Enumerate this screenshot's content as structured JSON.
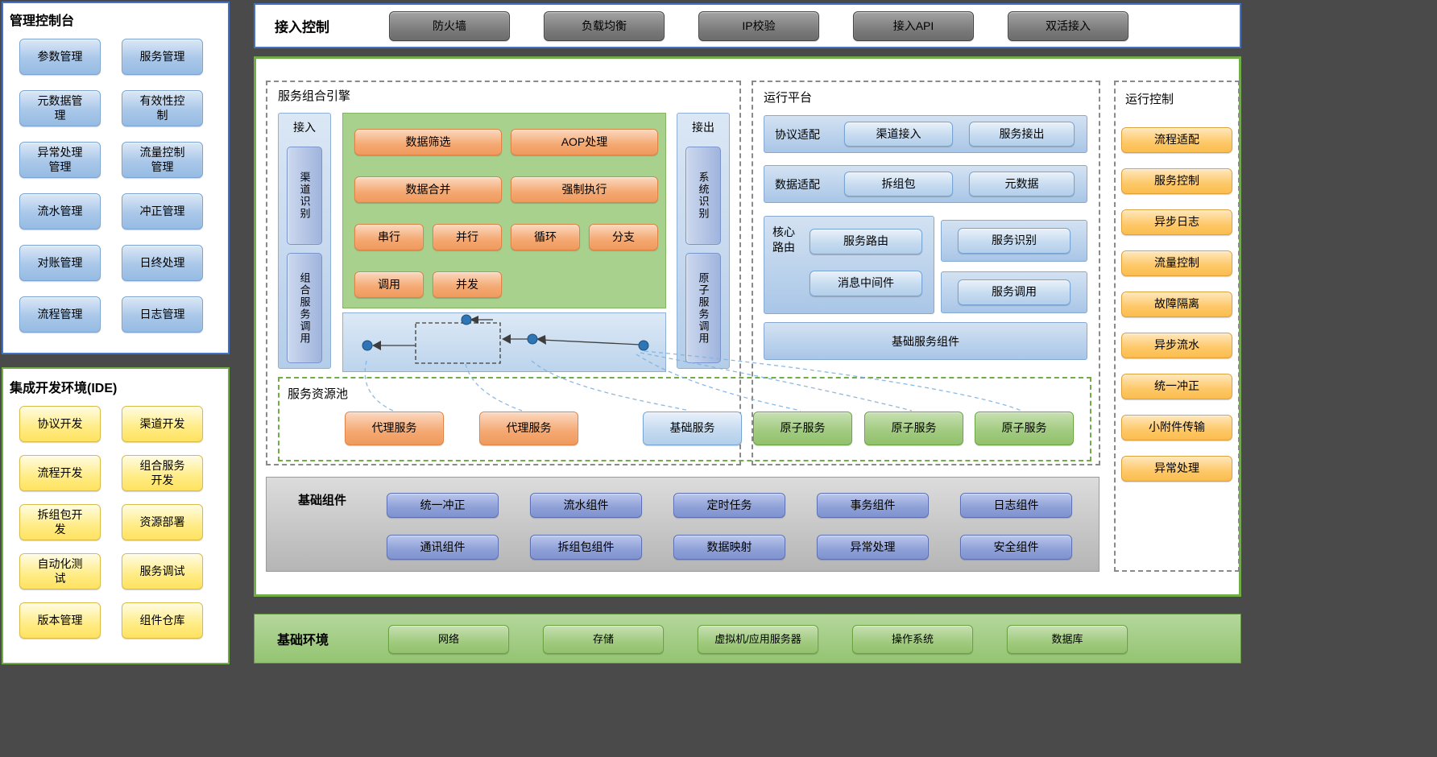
{
  "colors": {
    "background": "#4a4a4a",
    "blue_accent": "#4472c4",
    "green_accent": "#70ad47",
    "orange_button": "#f4b183",
    "amber_button": "#fcbd4e",
    "violet_button": "#8faadc"
  },
  "management_console": {
    "title": "管理控制台",
    "buttons": [
      "参数管理",
      "服务管理",
      "元数据管理",
      "有效性控制",
      "异常处理管理",
      "流量控制管理",
      "流水管理",
      "冲正管理",
      "对账管理",
      "日终处理",
      "流程管理",
      "日志管理"
    ]
  },
  "ide": {
    "title": "集成开发环境(IDE)",
    "buttons": [
      "协议开发",
      "渠道开发",
      "流程开发",
      "组合服务开发",
      "拆组包开发",
      "资源部署",
      "自动化测试",
      "服务调试",
      "版本管理",
      "组件仓库"
    ]
  },
  "access_control": {
    "title": "接入控制",
    "buttons": [
      "防火墙",
      "负载均衡",
      "IP校验",
      "接入API",
      "双活接入"
    ]
  },
  "engine": {
    "title": "服务组合引擎",
    "inbound": {
      "label": "接入",
      "items": [
        "渠道识别",
        "组合服务调用"
      ]
    },
    "outbound": {
      "label": "接出",
      "items": [
        "系统识别",
        "原子服务调用"
      ]
    },
    "ops": [
      "数据筛选",
      "AOP处理",
      "数据合并",
      "强制执行",
      "串行",
      "并行",
      "循环",
      "分支",
      "调用",
      "并发"
    ]
  },
  "platform": {
    "title": "运行平台",
    "rows": [
      {
        "label": "协议适配",
        "buttons": [
          "渠道接入",
          "服务接出"
        ]
      },
      {
        "label": "数据适配",
        "buttons": [
          "拆组包",
          "元数据"
        ]
      }
    ],
    "core": {
      "label": "核心路由",
      "buttons": [
        "服务路由",
        "消息中间件"
      ]
    },
    "blocks": [
      "服务识别",
      "服务调用"
    ],
    "base_bar": "基础服务组件"
  },
  "pool": {
    "title": "服务资源池",
    "buttons": [
      {
        "label": "代理服务",
        "kind": "proxy"
      },
      {
        "label": "代理服务",
        "kind": "proxy"
      },
      {
        "label": "基础服务",
        "kind": "basic"
      },
      {
        "label": "原子服务",
        "kind": "atomic"
      },
      {
        "label": "原子服务",
        "kind": "atomic"
      },
      {
        "label": "原子服务",
        "kind": "atomic"
      }
    ]
  },
  "components": {
    "title": "基础组件",
    "buttons": [
      "统一冲正",
      "流水组件",
      "定时任务",
      "事务组件",
      "日志组件",
      "通讯组件",
      "拆组包组件",
      "数据映射",
      "异常处理",
      "安全组件"
    ]
  },
  "runtime_control": {
    "title": "运行控制",
    "buttons": [
      "流程适配",
      "服务控制",
      "异步日志",
      "流量控制",
      "故障隔离",
      "异步流水",
      "统一冲正",
      "小附件传输",
      "异常处理"
    ]
  },
  "environment": {
    "title": "基础环境",
    "buttons": [
      "网络",
      "存储",
      "虚拟机/应用服务器",
      "操作系统",
      "数据库"
    ]
  }
}
